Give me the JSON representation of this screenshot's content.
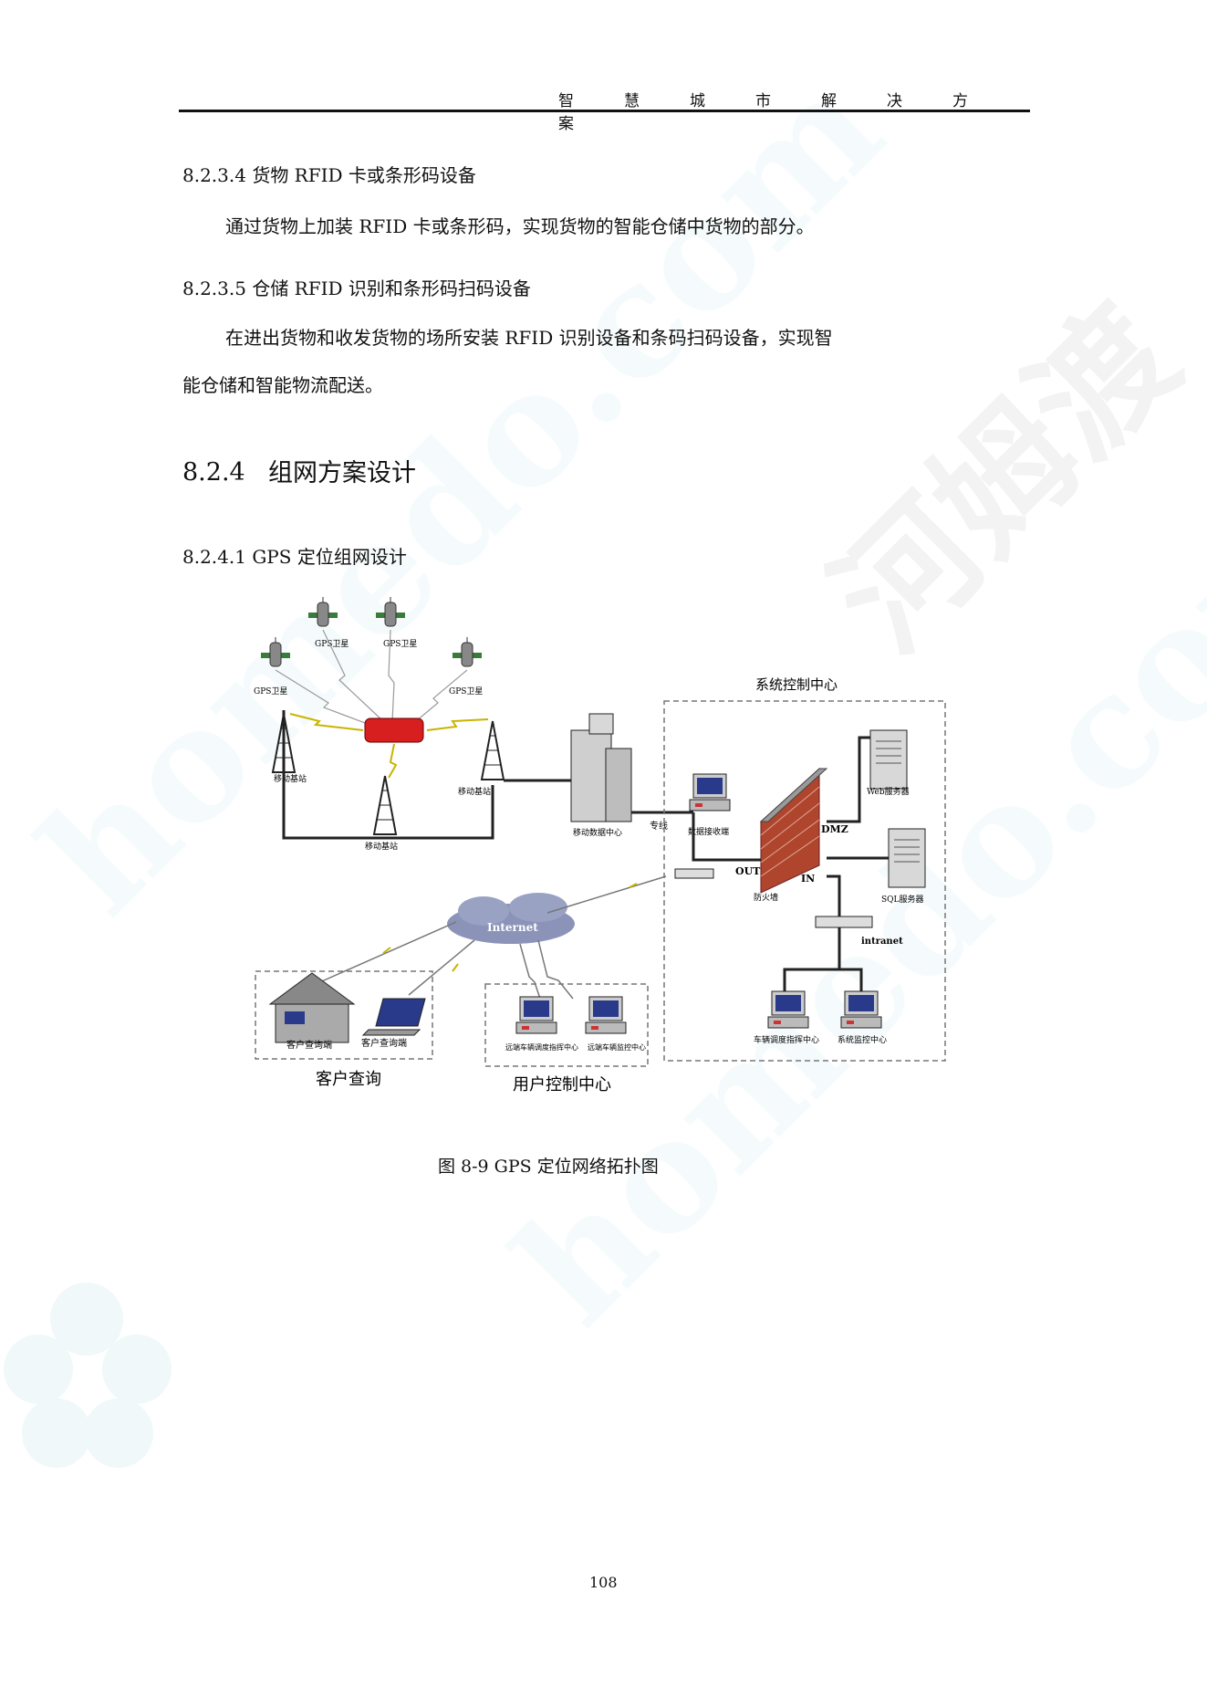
{
  "header": {
    "chars": [
      "智",
      "慧",
      "城",
      "市",
      "解",
      "决",
      "方",
      "案"
    ]
  },
  "sections": {
    "s8234": {
      "heading": "8.2.3.4 货物 RFID 卡或条形码设备",
      "body": "通过货物上加装 RFID 卡或条形码，实现货物的智能仓储中货物的部分。"
    },
    "s8235": {
      "heading": "8.2.3.5 仓储 RFID 识别和条形码扫码设备",
      "body_line1": "在进出货物和收发货物的场所安装 RFID 识别设备和条码扫码设备，实现智",
      "body_line2": "能仓储和智能物流配送。"
    },
    "s824": {
      "number": "8.2.4",
      "title": "组网方案设计"
    },
    "s8241": {
      "heading": "8.2.4.1 GPS 定位组网设计"
    }
  },
  "diagram": {
    "satellite_label": "GPS卫星",
    "base_station_label": "移动基站",
    "mobile_data_center": "移动数据中心",
    "leased_line": "专线",
    "data_receiver": "数据接收端",
    "control_center_title": "系统控制中心",
    "web_server": "Web服务器",
    "sql_server": "SQL服务器",
    "dmz": "DMZ",
    "out": "OUT",
    "in": "IN",
    "firewall": "防火墙",
    "intranet": "intranet",
    "internet": "Internet",
    "client_terminal": "客户查询端",
    "client_query_group": "客户查询",
    "remote_dispatch": "远端车辆调度指挥中心",
    "remote_monitor": "远端车辆监控中心",
    "user_control_center": "用户控制中心",
    "vehicle_dispatch": "车辆调度指挥中心",
    "system_monitor": "系统监控中心"
  },
  "figure": {
    "caption": "图 8-9 GPS 定位网络拓扑图"
  },
  "watermark": {
    "text": "homedo.com",
    "brand": "河姆渡"
  },
  "page_number": "108"
}
